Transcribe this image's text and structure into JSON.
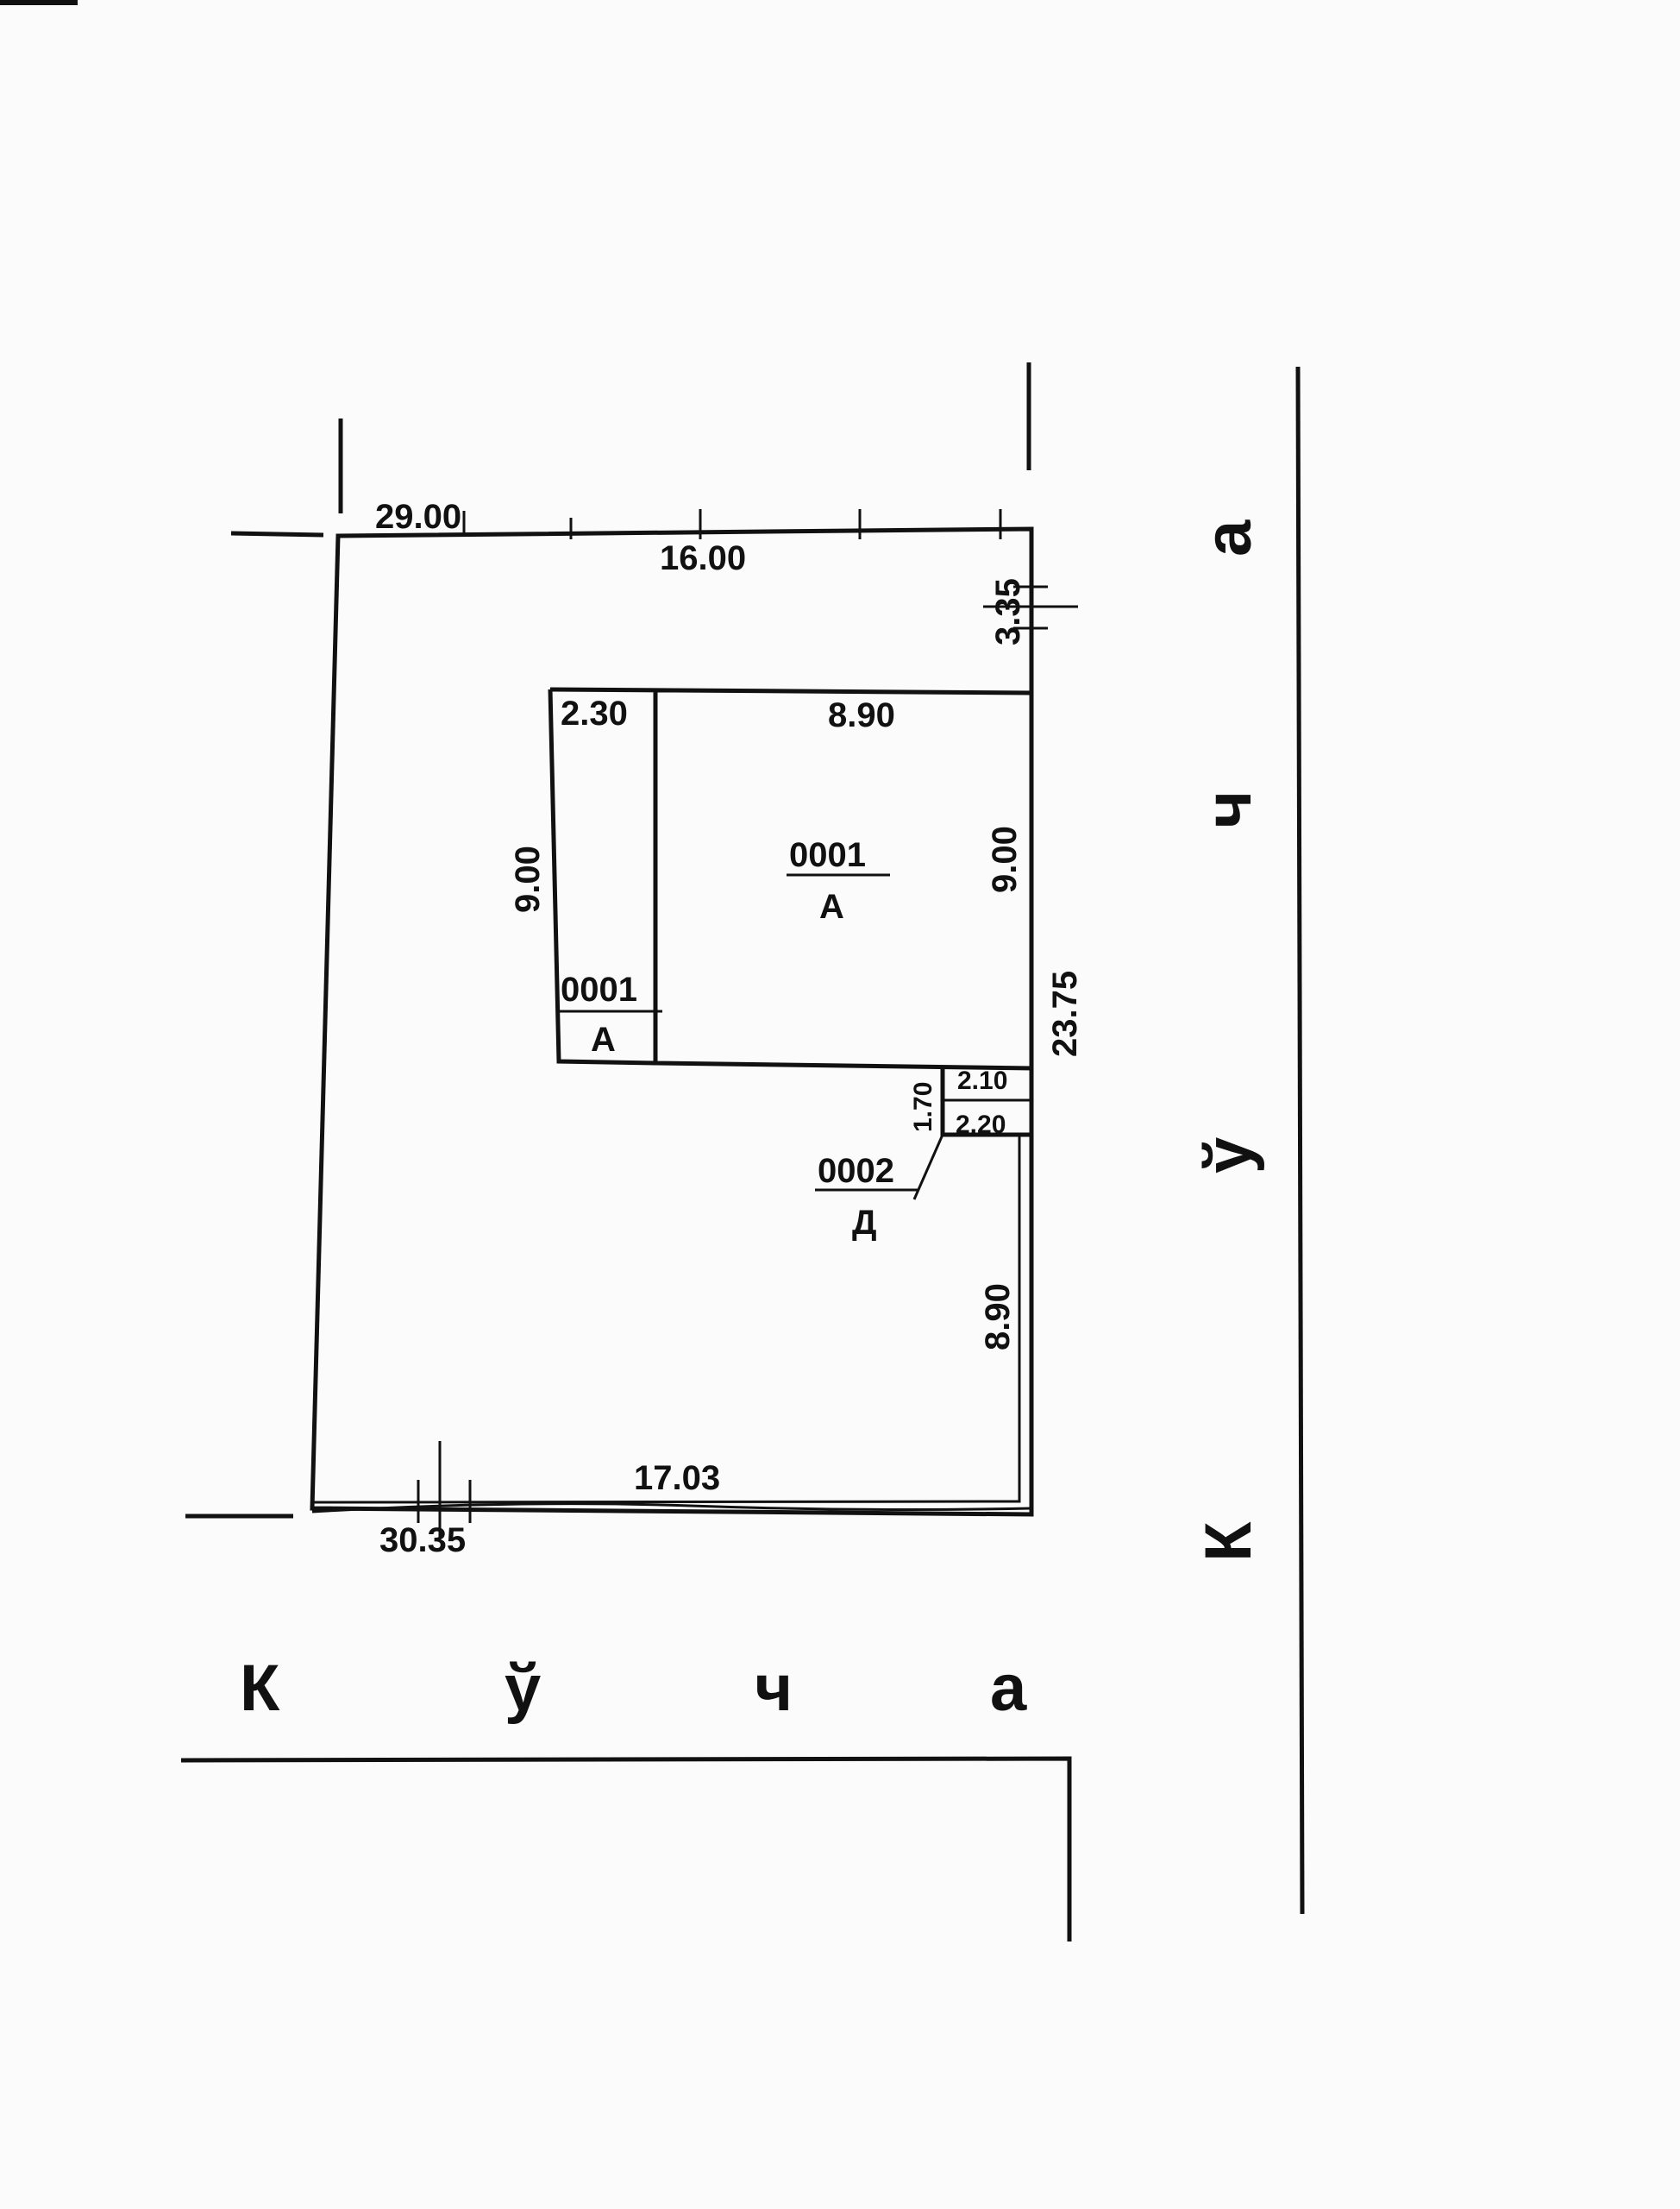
{
  "dimensions": {
    "top_total": "29.00",
    "top_right": "16.00",
    "right_upper": "3.35",
    "building_top": "8.90",
    "annex_width": "2.30",
    "building_left_height": "9.00",
    "building_right_height": "9.00",
    "right_total": "23.75",
    "small_top": "2.10",
    "small_height": "1.70",
    "small_bottom": "2.20",
    "right_lower": "8.90",
    "bottom_segment": "17.03",
    "bottom_total": "30.35"
  },
  "buildings": {
    "main_number": "0001",
    "main_letter": "А",
    "annex_number": "0001",
    "annex_letter": "А",
    "small_number": "0002",
    "small_letter": "Д"
  },
  "streets": {
    "bottom": [
      "К",
      "ў",
      "ч",
      "а"
    ],
    "right": [
      "К",
      "ў",
      "ч",
      "а"
    ]
  }
}
